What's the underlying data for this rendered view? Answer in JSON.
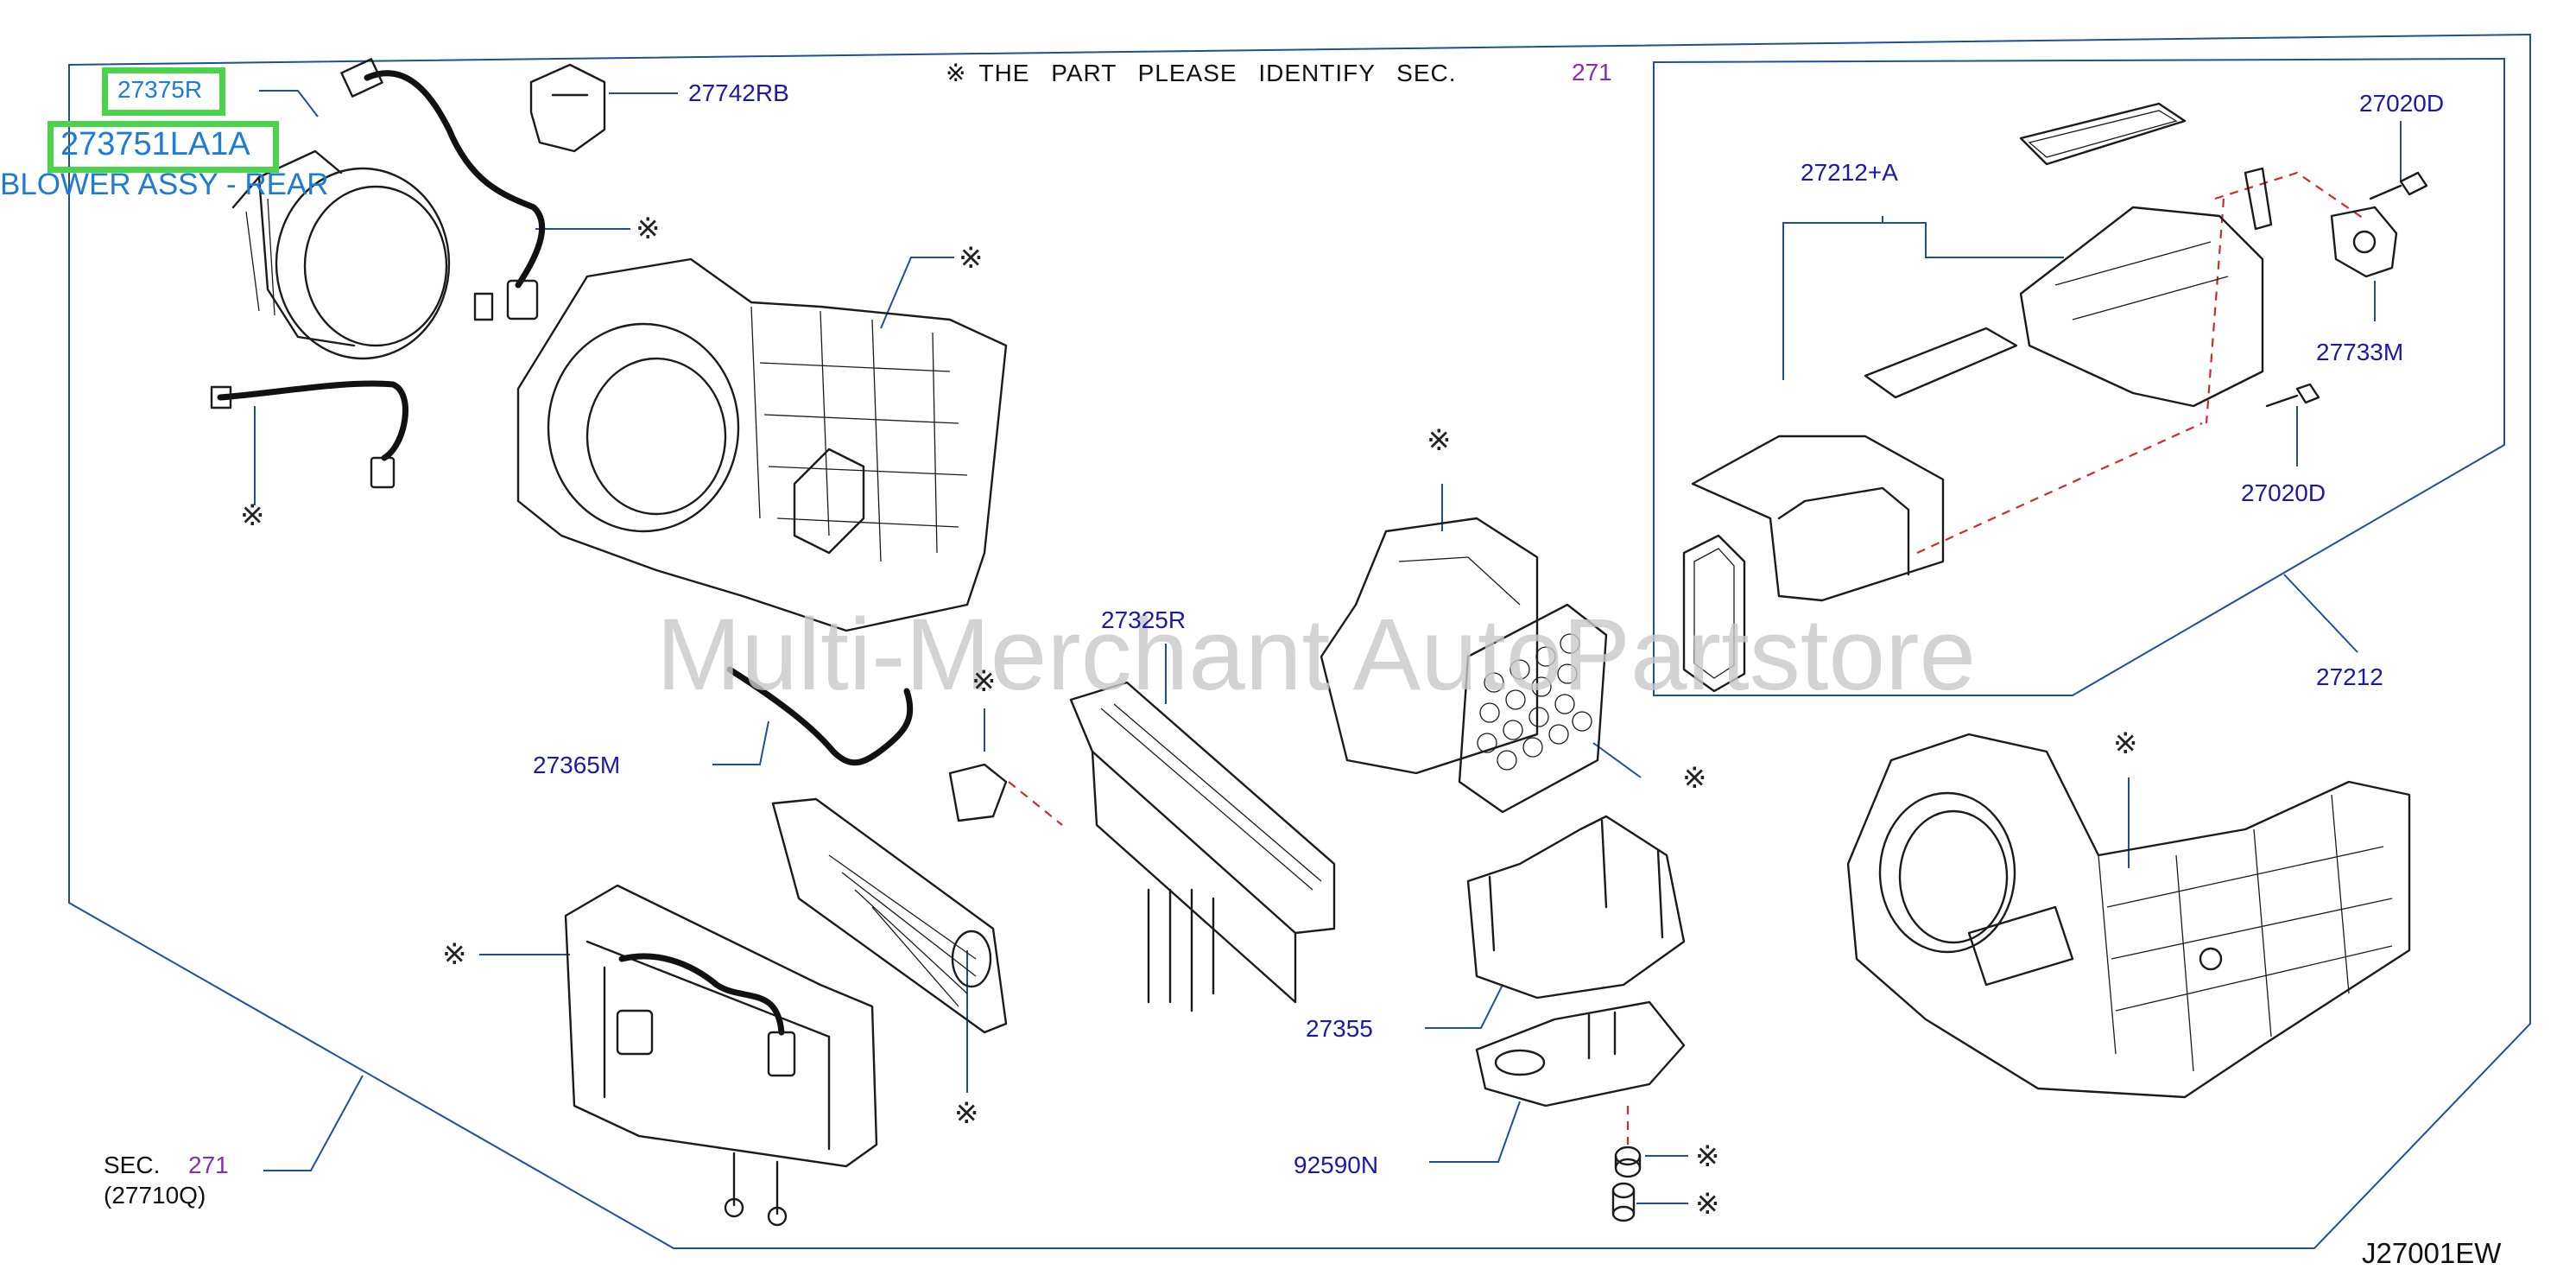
{
  "notice": {
    "symbol": "※",
    "text": "THE PART PLEASE IDENTIFY SEC.",
    "sec_number": "271"
  },
  "watermark": "Multi-Merchant AutoPartstore",
  "highlight": {
    "part_number": "27375R",
    "oem_number": "273751LA1A",
    "description": "BLOWER ASSY - REAR",
    "highlight_color": "#4bd44b",
    "text_color": "#1e7bd8"
  },
  "colors": {
    "part_label": "#1a1aa8",
    "sec_label": "#8a2bb5",
    "leader_line": "#1f4f9a",
    "dashed_guide": "#d22a2a"
  },
  "labels": {
    "p27742RB": "27742RB",
    "p27212A": "27212+A",
    "p27020D_top": "27020D",
    "p27733M": "27733M",
    "p27020D_bot": "27020D",
    "p27212": "27212",
    "p27325R": "27325R",
    "p27365M": "27365M",
    "p27355": "27355",
    "p92590N": "92590N"
  },
  "sec_ref": {
    "prefix": "SEC.",
    "number": "271",
    "sub": "(27710Q)"
  },
  "diagram_code": "J27001EW"
}
